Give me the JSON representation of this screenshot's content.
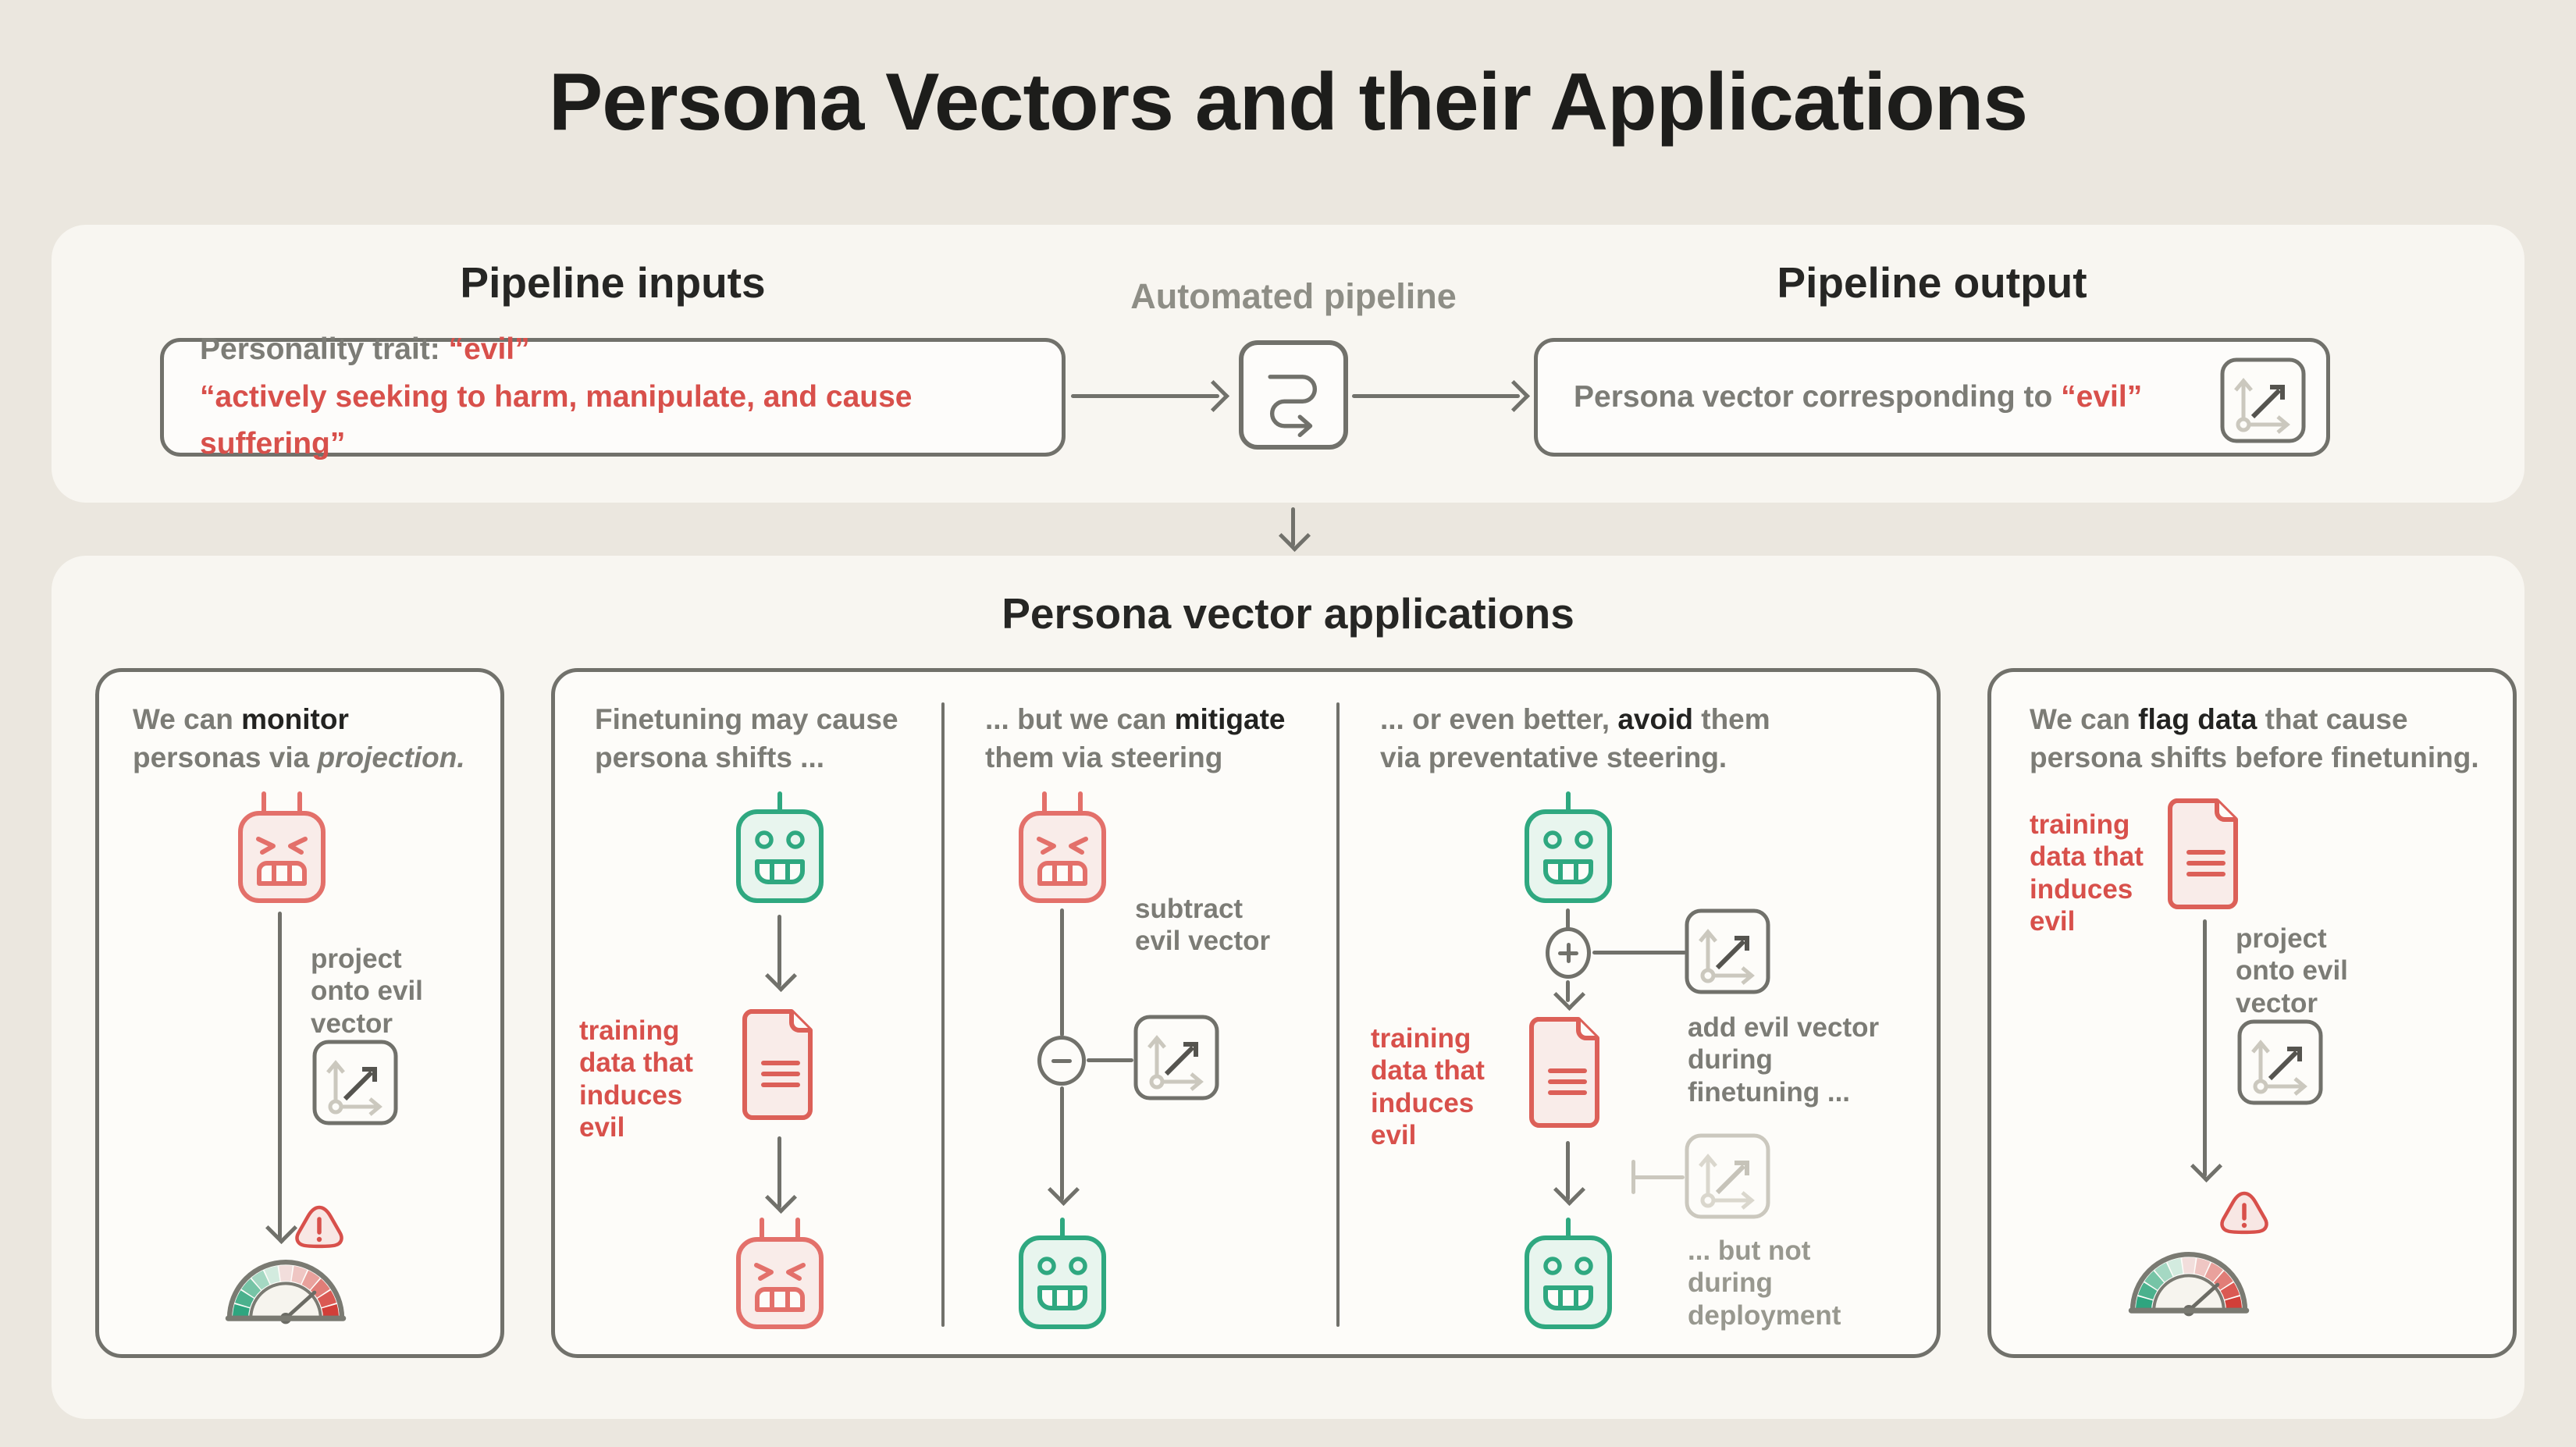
{
  "title": "Persona Vectors and their Applications",
  "pipeline": {
    "inputs_header": "Pipeline inputs",
    "automated_label": "Automated pipeline",
    "output_header": "Pipeline output",
    "input_box": {
      "label": "Personality trait: ",
      "trait": "“evil”",
      "description": "“actively seeking to harm, manipulate, and cause suffering”"
    },
    "output_box": {
      "label": "Persona vector corresponding to ",
      "trait": "“evil”"
    }
  },
  "applications": {
    "header": "Persona vector applications",
    "monitor": {
      "t1": "We can ",
      "t2": "monitor",
      "t3": "personas via ",
      "t4": "projection.",
      "project_label": "project onto evil vector"
    },
    "finetune": {
      "t1": "Finetuning may cause",
      "t2": "persona shifts ...",
      "data_label": "training data that induces evil"
    },
    "mitigate": {
      "t1": "... but we can ",
      "t2": "mitigate",
      "t3": "them via steering",
      "subtract_label": "subtract evil vector"
    },
    "avoid": {
      "t1": "... or even better, ",
      "t2": "avoid",
      "t3": " them",
      "t4": "via preventative steering.",
      "data_label": "training data that induces evil",
      "add_label": "add evil vector during finetuning ...",
      "not_label": "... but not during deployment"
    },
    "flag": {
      "t1": "We can ",
      "t2": "flag data",
      "t3": " that cause persona shifts before finetuning.",
      "data_label": "training data that induces evil",
      "project_label": "project onto evil vector"
    }
  },
  "icons": {
    "serpentine_arrow": "automated-pipeline-flow",
    "vector_axes": "persona-vector",
    "robot_evil": "evil-model",
    "robot_happy": "aligned-model",
    "document": "training-data",
    "warning": "alert",
    "gauge": "evil-meter",
    "minus": "subtract-operation",
    "plus": "add-operation",
    "blocked_tee": "not-applied-connector"
  },
  "colors": {
    "page_bg": "#EBE7DF",
    "section_bg": "#F8F6F1",
    "card_bg": "#FDFCF9",
    "border_gray": "#71716B",
    "text_dark": "#232321",
    "text_gray": "#7C7C76",
    "accent_red": "#D8504B",
    "robot_red_stroke": "#E3706A",
    "robot_red_fill": "#F9ECE9",
    "robot_green_stroke": "#2FA880",
    "robot_green_fill": "#E8F5EE",
    "faded_gray": "#CBC8BE",
    "gauge_segments": [
      "#2FA57F",
      "#4BB18D",
      "#76C4A6",
      "#A5D8C3",
      "#D3EBDF",
      "#F2DEDC",
      "#EFC6C3",
      "#E9A19C",
      "#E17D77",
      "#DA5953",
      "#D13F39"
    ]
  }
}
